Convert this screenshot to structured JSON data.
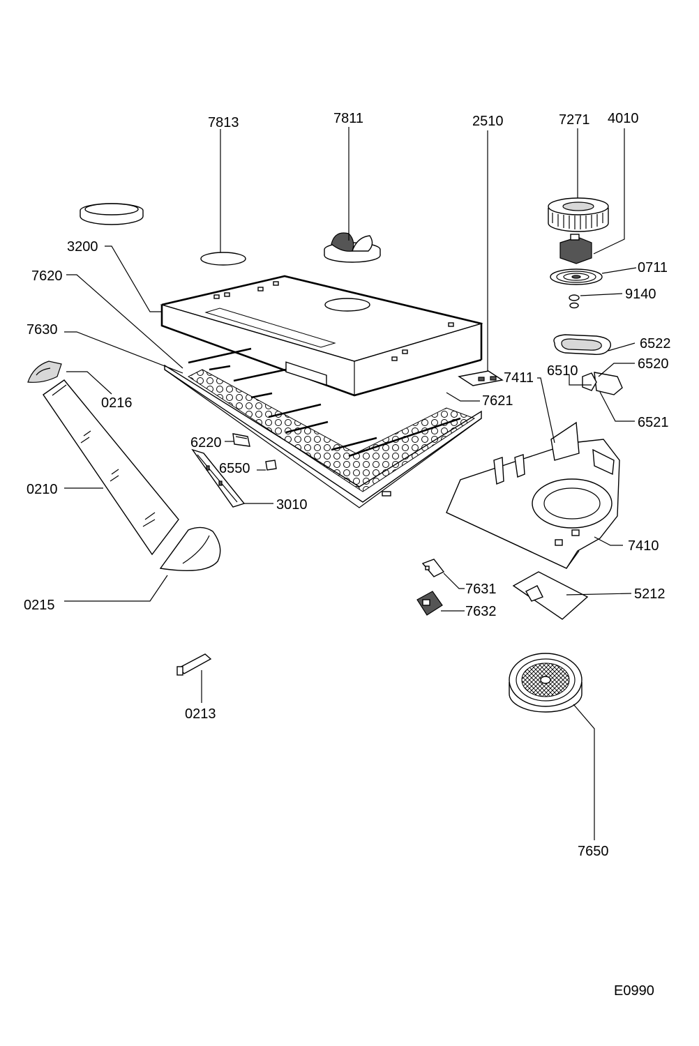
{
  "diagram": {
    "code": "E0990",
    "labels": {
      "p7813": "7813",
      "p7811": "7811",
      "p2510": "2510",
      "p7271": "7271",
      "p4010": "4010",
      "p0711": "0711",
      "p9140": "9140",
      "p3200": "3200",
      "p7620": "7620",
      "p7630": "7630",
      "p6522": "6522",
      "p6520": "6520",
      "p6510": "6510",
      "p7411": "7411",
      "p7621": "7621",
      "p6521": "6521",
      "p0216": "0216",
      "p6220": "6220",
      "p6550": "6550",
      "p0210": "0210",
      "p3010": "3010",
      "p7410": "7410",
      "p7631": "7631",
      "p5212": "5212",
      "p7632": "7632",
      "p0215": "0215",
      "p0213": "0213",
      "p7650": "7650"
    }
  }
}
